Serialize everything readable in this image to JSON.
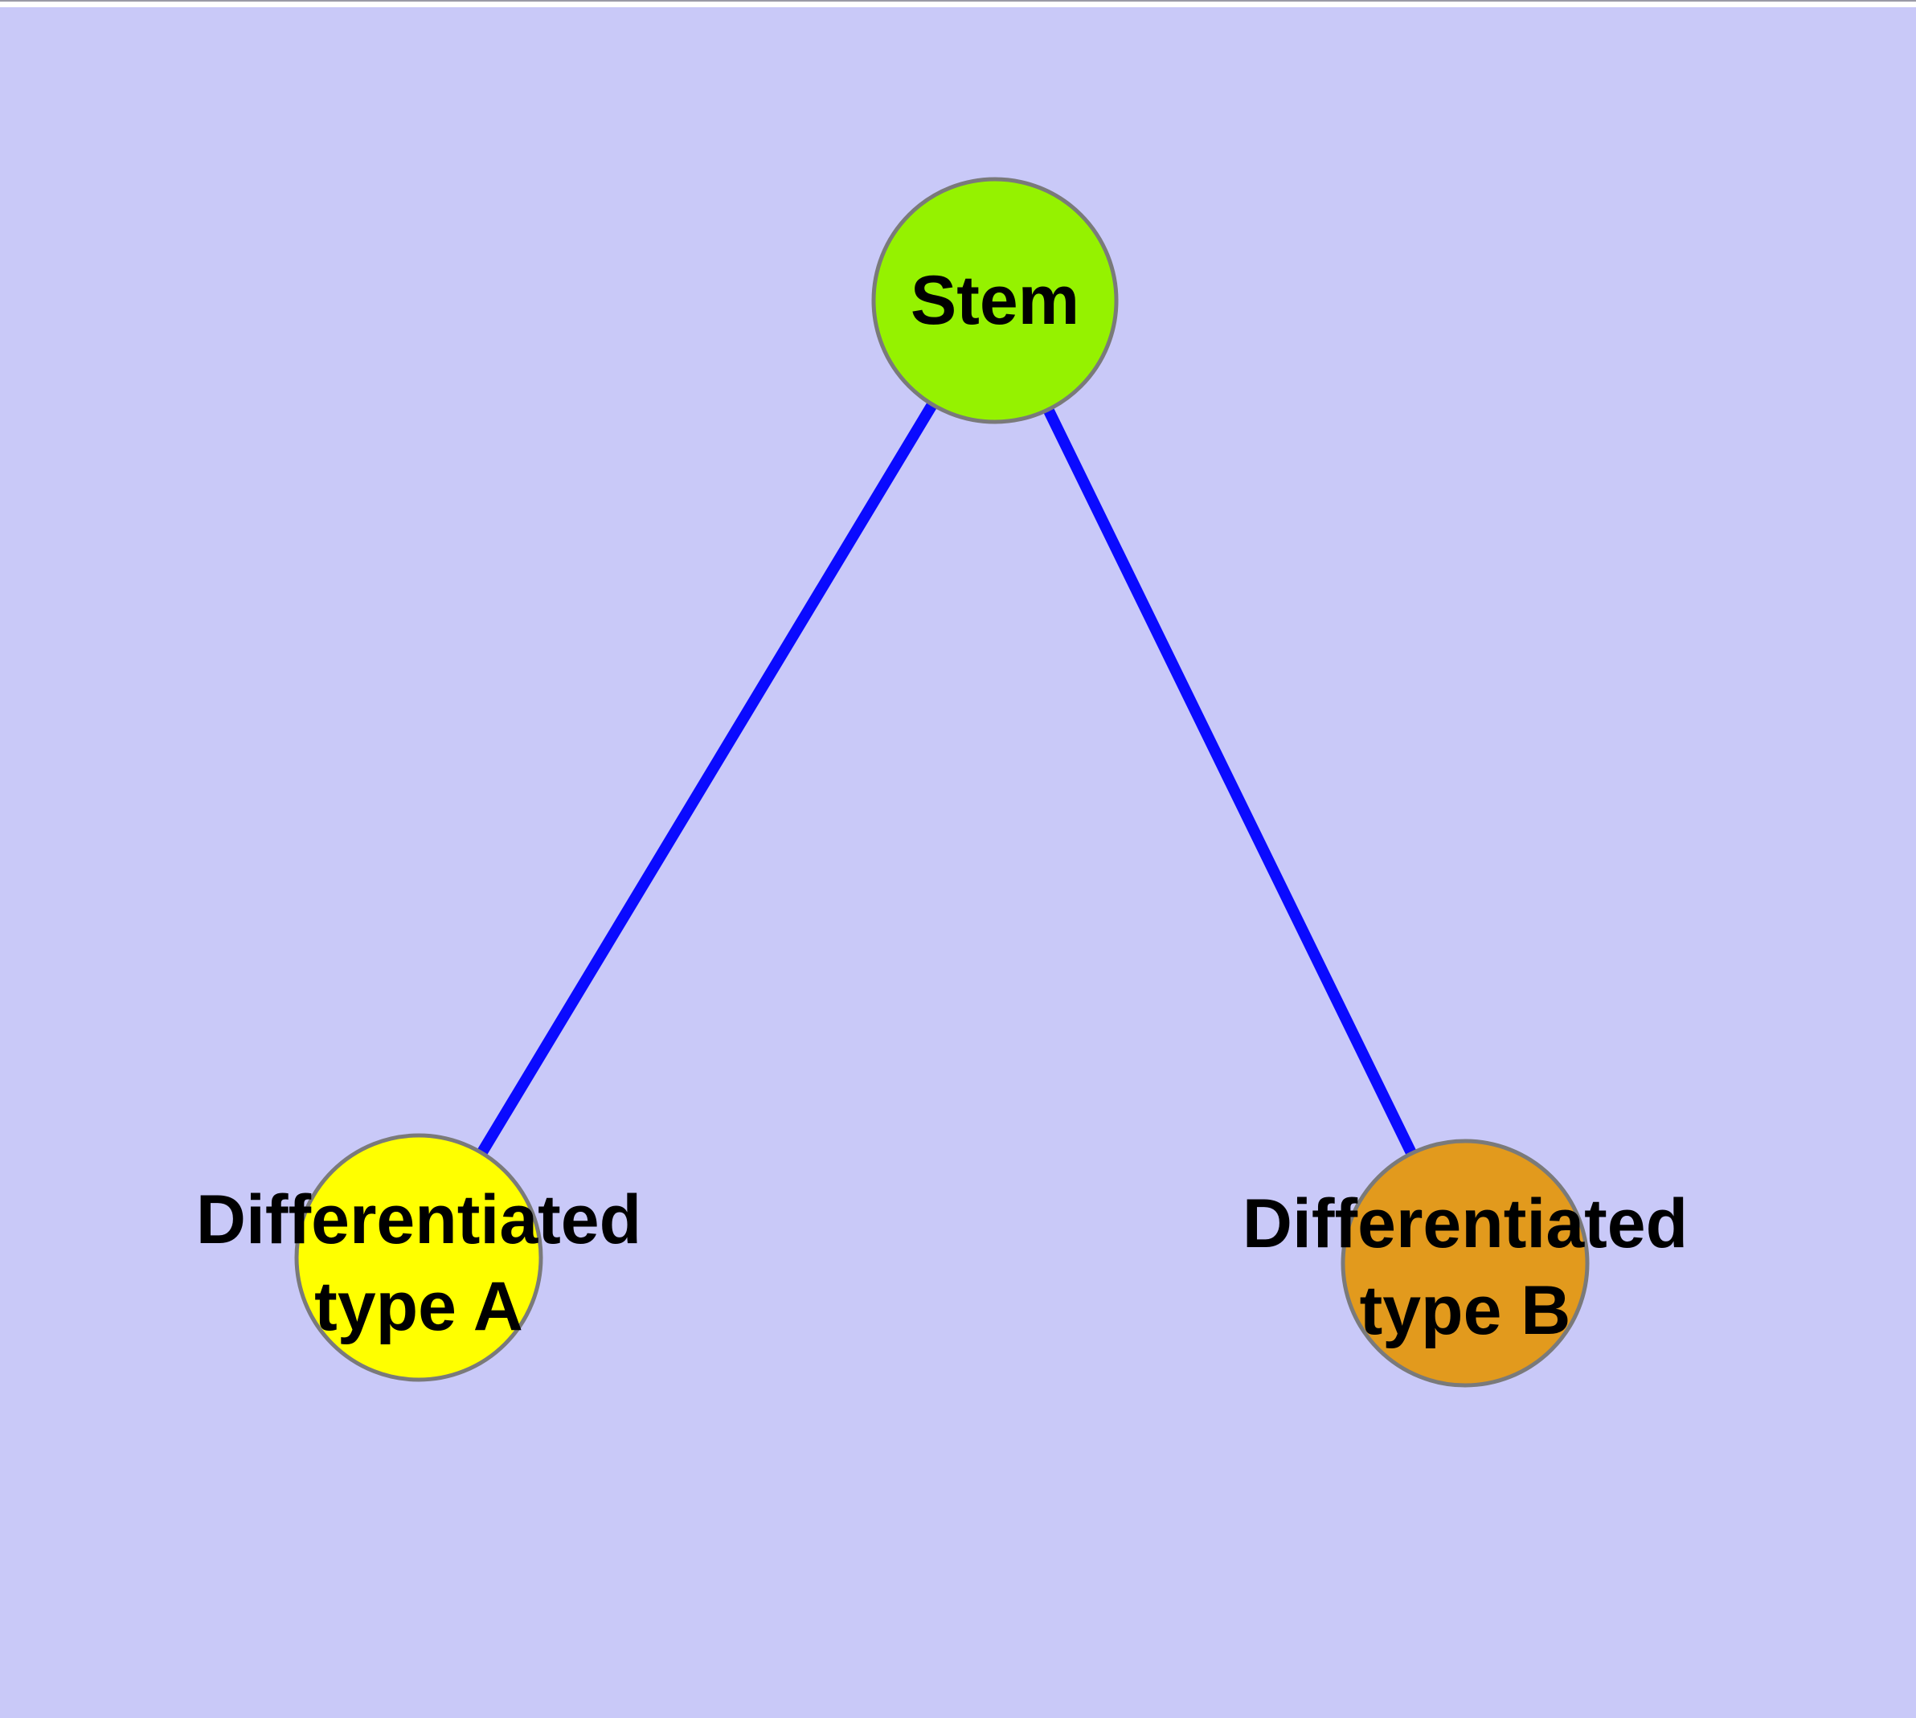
{
  "colors": {
    "background": "#C9C9F8",
    "top_strip": "#FFFFFF",
    "top_strip_border": "#9A9AA6",
    "edge": "#0A0AFF",
    "node_border": "#7A7A7A",
    "label_text": "#000000"
  },
  "nodes": {
    "stem": {
      "label": "Stem",
      "fill": "#95F200"
    },
    "type_a": {
      "label_line1": "Differentiated",
      "label_line2": "type A",
      "fill": "#FFFF00"
    },
    "type_b": {
      "label_line1": "Differentiated",
      "label_line2": "type B",
      "fill": "#E29A1D"
    }
  },
  "edges": [
    {
      "from": "Stem",
      "to": "Differentiated type A"
    },
    {
      "from": "Stem",
      "to": "Differentiated type B"
    }
  ]
}
